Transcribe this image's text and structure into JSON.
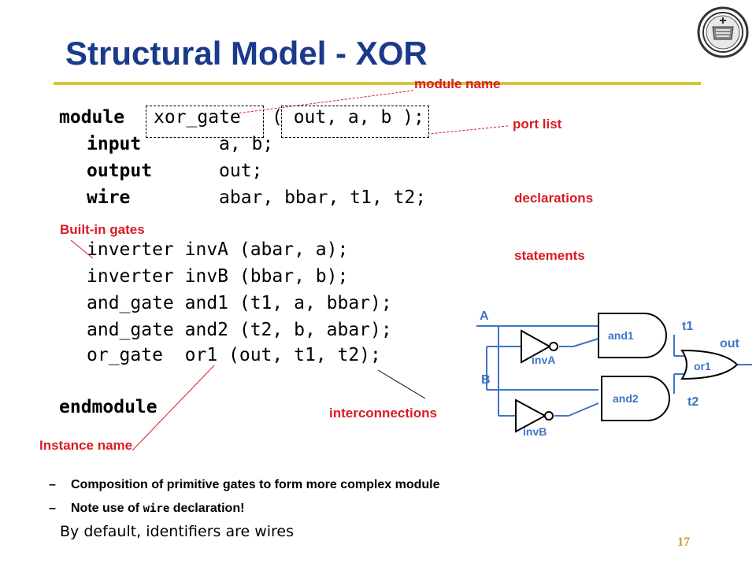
{
  "slide": {
    "title": "Structural Model - XOR",
    "page_number": "17",
    "logo_icon": "university-seal-icon"
  },
  "code": {
    "module_kw": "module",
    "module_name": "xor_gate",
    "ports": "( out, a, b );",
    "lines": [
      {
        "kw": "input",
        "rest": "a, b;"
      },
      {
        "kw": "output",
        "rest": "out;"
      },
      {
        "kw": "wire",
        "rest": "abar, bbar, t1, t2;"
      }
    ],
    "statements": [
      "inverter invA (abar, a);",
      "inverter invB (bbar, b);",
      "and_gate and1 (t1, a, bbar);",
      "and_gate and2 (t2, b, abar);",
      "or_gate  or1 (out, t1, t2);"
    ],
    "end_kw": "endmodule"
  },
  "annotations": {
    "module_name": "module name",
    "port_list": "port list",
    "declarations": "declarations",
    "statements": "statements",
    "builtin_gates": "Built-in gates",
    "interconnections": "interconnections",
    "instance_name": "Instance name"
  },
  "diagram": {
    "input_a": "A",
    "input_b": "B",
    "inv_a": "invA",
    "inv_b": "invB",
    "and1": "and1",
    "and2": "and2",
    "or1": "or1",
    "t1": "t1",
    "t2": "t2",
    "out": "out"
  },
  "bullets": {
    "b1_dash": "–",
    "b1": "Composition of primitive gates to form more complex module",
    "b2_dash": "–",
    "b2_pre": "Note use of ",
    "b2_code": "wire",
    "b2_post": " declaration!"
  },
  "note": "By default, identifiers are wires",
  "colors": {
    "title": "#1a3a8c",
    "annotation": "#d91c24",
    "diagram": "#3f74c6",
    "rule": "#d8c43a"
  }
}
